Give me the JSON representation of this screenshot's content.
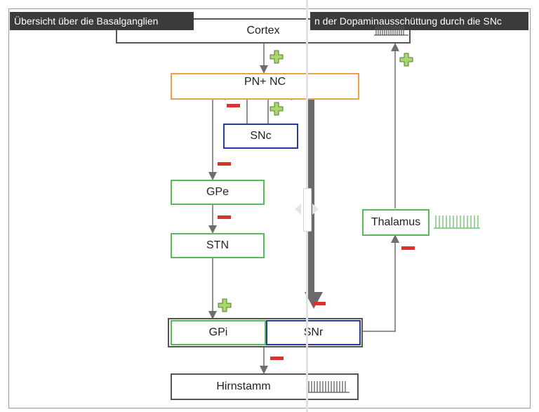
{
  "header": {
    "left_title": "Übersicht über die Basalganglien",
    "right_title": "n der Dopaminausschüttung durch die SNc"
  },
  "nodes": {
    "cortex": "Cortex",
    "pn_nc": "PN+ NC",
    "snc": "SNc",
    "gpe": "GPe",
    "stn": "STN",
    "thalamus": "Thalamus",
    "gpi": "GPi",
    "snr": "SNr",
    "hirnstamm": "Hirnstamm"
  },
  "colors": {
    "plus": "#a6d96a",
    "minus": "#d9342b",
    "arrow": "#6e6e6e",
    "orange": "#f0a044",
    "green": "#5cb85c",
    "navy": "#2b3990"
  },
  "slider": {
    "position": 0.57
  }
}
